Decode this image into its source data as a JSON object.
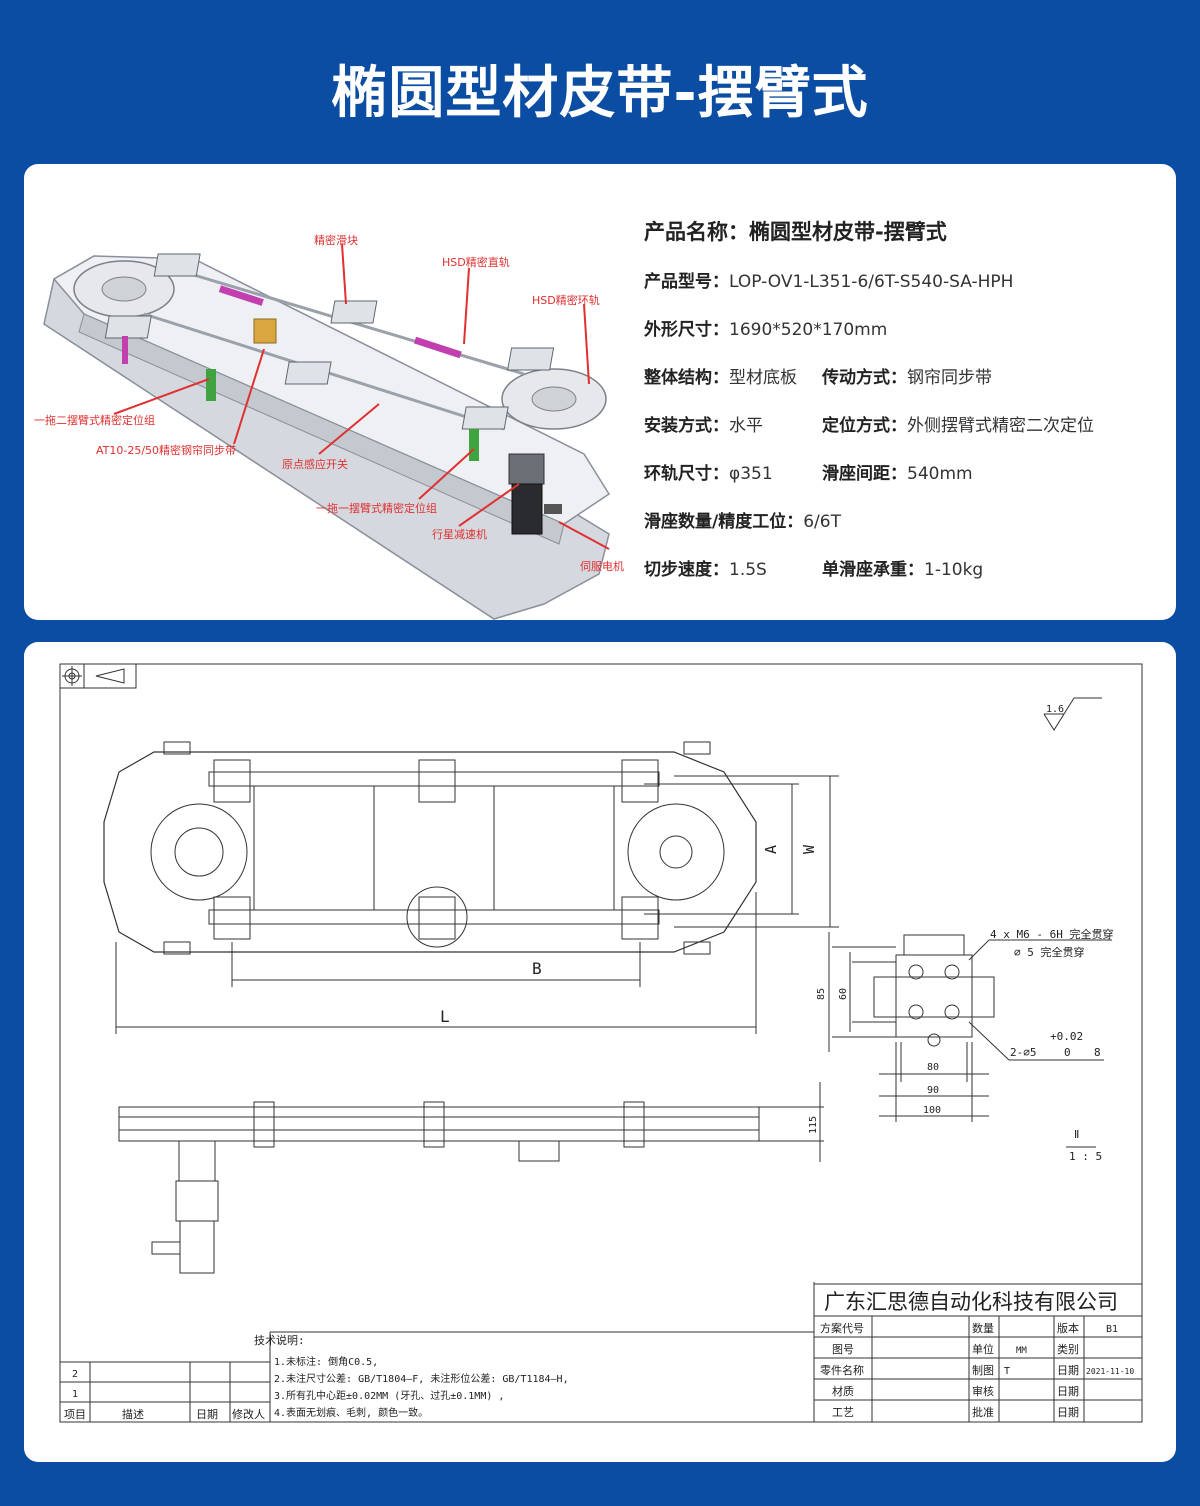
{
  "page": {
    "title": "椭圆型材皮带-摆臂式"
  },
  "product": {
    "name_label": "产品名称：",
    "name_value": "椭圆型材皮带-摆臂式",
    "model_label": "产品型号：",
    "model_value": "LOP-OV1-L351-6/6T-S540-SA-HPH",
    "size_label": "外形尺寸：",
    "size_value": "1690*520*170mm",
    "structure_label": "整体结构：",
    "structure_value": "型材底板",
    "drive_label": "传动方式：",
    "drive_value": "钢帘同步带",
    "install_label": "安装方式：",
    "install_value": "水平",
    "position_label": "定位方式：",
    "position_value": "外侧摆臂式精密二次定位",
    "ring_label": "环轨尺寸：",
    "ring_value": "φ351",
    "pitch_label": "滑座间距：",
    "pitch_value": "540mm",
    "count_label": "滑座数量/精度工位：",
    "count_value": "6/6T",
    "speed_label": "切步速度：",
    "speed_value": "1.5S",
    "load_label": "单滑座承重：",
    "load_value": "1-10kg"
  },
  "callouts": {
    "slider": "精密滑块",
    "straight_rail": "HSD精密直轨",
    "ring_rail": "HSD精密环轨",
    "swing_two": "一拖二摆臂式精密定位组",
    "belt": "AT10-25/50精密钢帘同步带",
    "origin": "原点感应开关",
    "swing_one": "一拖一摆臂式精密定位组",
    "reducer": "行星减速机",
    "servo": "伺服电机"
  },
  "drawing": {
    "roughness": "1.6",
    "dim_A": "A",
    "dim_W": "W",
    "dim_B": "B",
    "dim_L": "L",
    "dim_115": "115",
    "dim_85": "85",
    "dim_60": "60",
    "dim_80": "80",
    "dim_90": "90",
    "dim_100": "100",
    "hole_note_1": "4 x  M6 - 6H 完全贯穿",
    "hole_note_2": "⌀ 5 完全贯穿",
    "tol_plus": "+0.02",
    "tol_zero": "0",
    "hole_note_3": "2-⌀5",
    "hole_depth": "8",
    "view_label": "Ⅱ",
    "scale": "1 : 5",
    "tech_title": "技术说明:",
    "tech_1": "1.未标注: 倒角C0.5,",
    "tech_2": "2.未注尺寸公差: GB/T1804—F, 未注形位公差: GB/T1184—H,",
    "tech_3": "3.所有孔中心距±0.02MM (牙孔、过孔±0.1MM) ,",
    "tech_4": "4.表面无划痕、毛刺, 颜色一致。",
    "rev_2": "2",
    "rev_1": "1",
    "col_item": "项目",
    "col_desc": "描述",
    "col_date": "日期",
    "col_mod": "修改人",
    "company": "广东汇思德自动化科技有限公司",
    "tb_plan": "方案代号",
    "tb_drawno": "图号",
    "tb_part": "零件名称",
    "tb_material": "材质",
    "tb_process": "工艺",
    "tb_qty": "数量",
    "tb_unit": "单位",
    "tb_unit_val": "MM",
    "tb_drawn": "制图",
    "tb_drawn_val": "T",
    "tb_review": "审核",
    "tb_approve": "批准",
    "tb_version": "版本",
    "tb_version_val": "B1",
    "tb_category": "类别",
    "tb_date": "日期",
    "tb_date_val": "2021-11-10"
  }
}
